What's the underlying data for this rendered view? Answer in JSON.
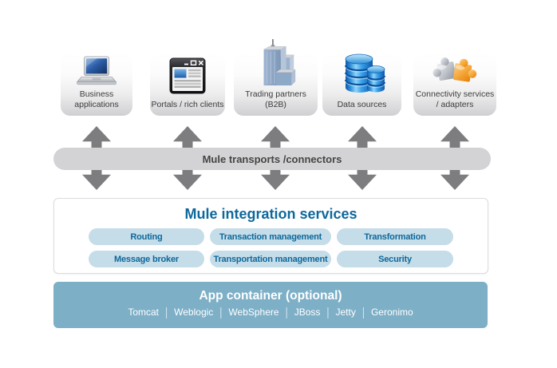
{
  "diagram": {
    "sources": [
      {
        "label": "Business\napplications",
        "icon": "laptop-icon"
      },
      {
        "label": "Portals / rich clients",
        "icon": "browser-window-icon"
      },
      {
        "label": "Trading partners\n(B2B)",
        "icon": "office-building-icon"
      },
      {
        "label": "Data sources",
        "icon": "database-icon"
      },
      {
        "label": "Connectivity services\n/ adapters",
        "icon": "puzzle-pieces-icon"
      }
    ],
    "transport_bar": {
      "label": "Mule transports /connectors"
    },
    "integration": {
      "title": "Mule integration services",
      "services": [
        "Routing",
        "Transaction management",
        "Transformation",
        "Message broker",
        "Transportation management",
        "Security"
      ]
    },
    "app_container": {
      "title": "App container (optional)",
      "servers": [
        "Tomcat",
        "Weblogic",
        "WebSphere",
        "JBoss",
        "Jetty",
        "Geronimo"
      ],
      "separator": "|"
    },
    "colors": {
      "teal_text": "#0e689c",
      "pill_bg": "#c5dce9",
      "app_container_bg": "#7dafc7",
      "transport_bar_bg": "#d3d3d5",
      "arrow_gray": "#7d7d80",
      "label_gray": "#3b3b3b"
    }
  }
}
